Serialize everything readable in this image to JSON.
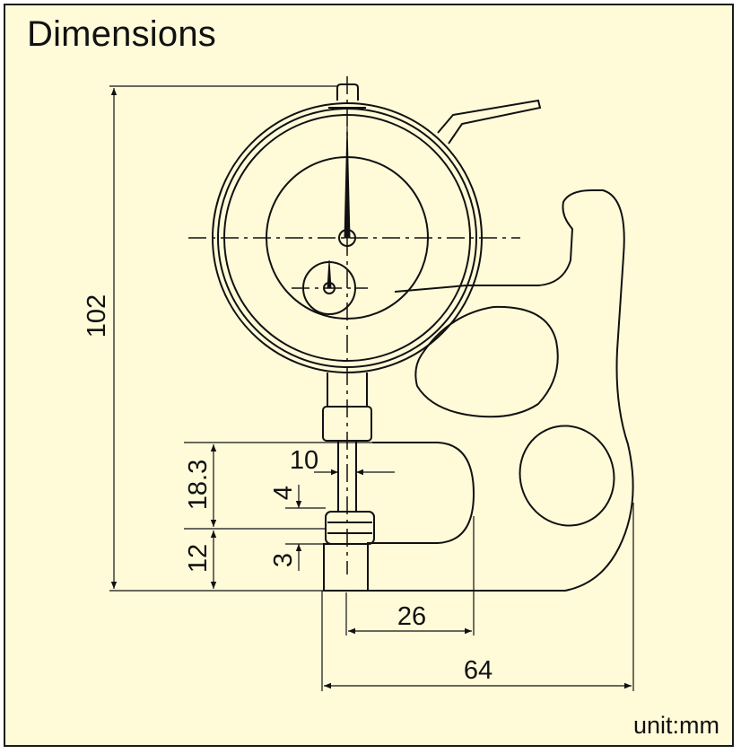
{
  "title": "Dimensions",
  "unit_label": "unit:mm",
  "dimensions": {
    "overall_height": "102",
    "anvil_offset": "18.3",
    "tip_gap": "4",
    "lower_height": "12",
    "contact_gap": "3",
    "spindle_diameter": "10",
    "throat_depth": "26",
    "overall_width": "64"
  },
  "colors": {
    "background": "#fffbd9",
    "line": "#111111"
  }
}
